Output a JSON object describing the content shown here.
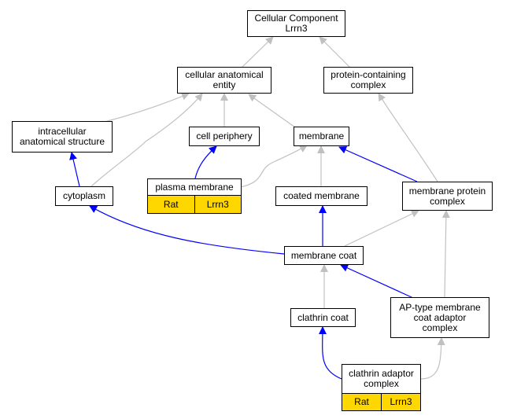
{
  "nodes": {
    "cellular_component": {
      "lines": [
        "Cellular Component",
        "Lrrn3"
      ]
    },
    "cellular_anatomical_entity": {
      "lines": [
        "cellular anatomical",
        "entity"
      ]
    },
    "protein_containing_complex": {
      "lines": [
        "protein-containing",
        "complex"
      ]
    },
    "intracellular_anatomical_structure": {
      "lines": [
        "intracellular",
        "anatomical structure"
      ]
    },
    "cell_periphery": {
      "lines": [
        "cell periphery"
      ]
    },
    "membrane": {
      "lines": [
        "membrane"
      ]
    },
    "cytoplasm": {
      "lines": [
        "cytoplasm"
      ]
    },
    "plasma_membrane": {
      "lines": [
        "plasma membrane"
      ],
      "tags": [
        "Rat",
        "Lrrn3"
      ]
    },
    "coated_membrane": {
      "lines": [
        "coated membrane"
      ]
    },
    "membrane_protein_complex": {
      "lines": [
        "membrane protein",
        "complex"
      ]
    },
    "membrane_coat": {
      "lines": [
        "membrane coat"
      ]
    },
    "clathrin_coat": {
      "lines": [
        "clathrin coat"
      ]
    },
    "ap_type_membrane_coat_adaptor_complex": {
      "lines": [
        "AP-type membrane",
        "coat adaptor",
        "complex"
      ]
    },
    "clathrin_adaptor_complex": {
      "lines": [
        "clathrin adaptor",
        "complex"
      ],
      "tags": [
        "Rat",
        "Lrrn3"
      ]
    }
  },
  "colors": {
    "is_a_edge": "#c0c0c0",
    "part_of_edge": "#0000ff",
    "annotation_fill": "#ffd700",
    "node_border": "#000000"
  }
}
